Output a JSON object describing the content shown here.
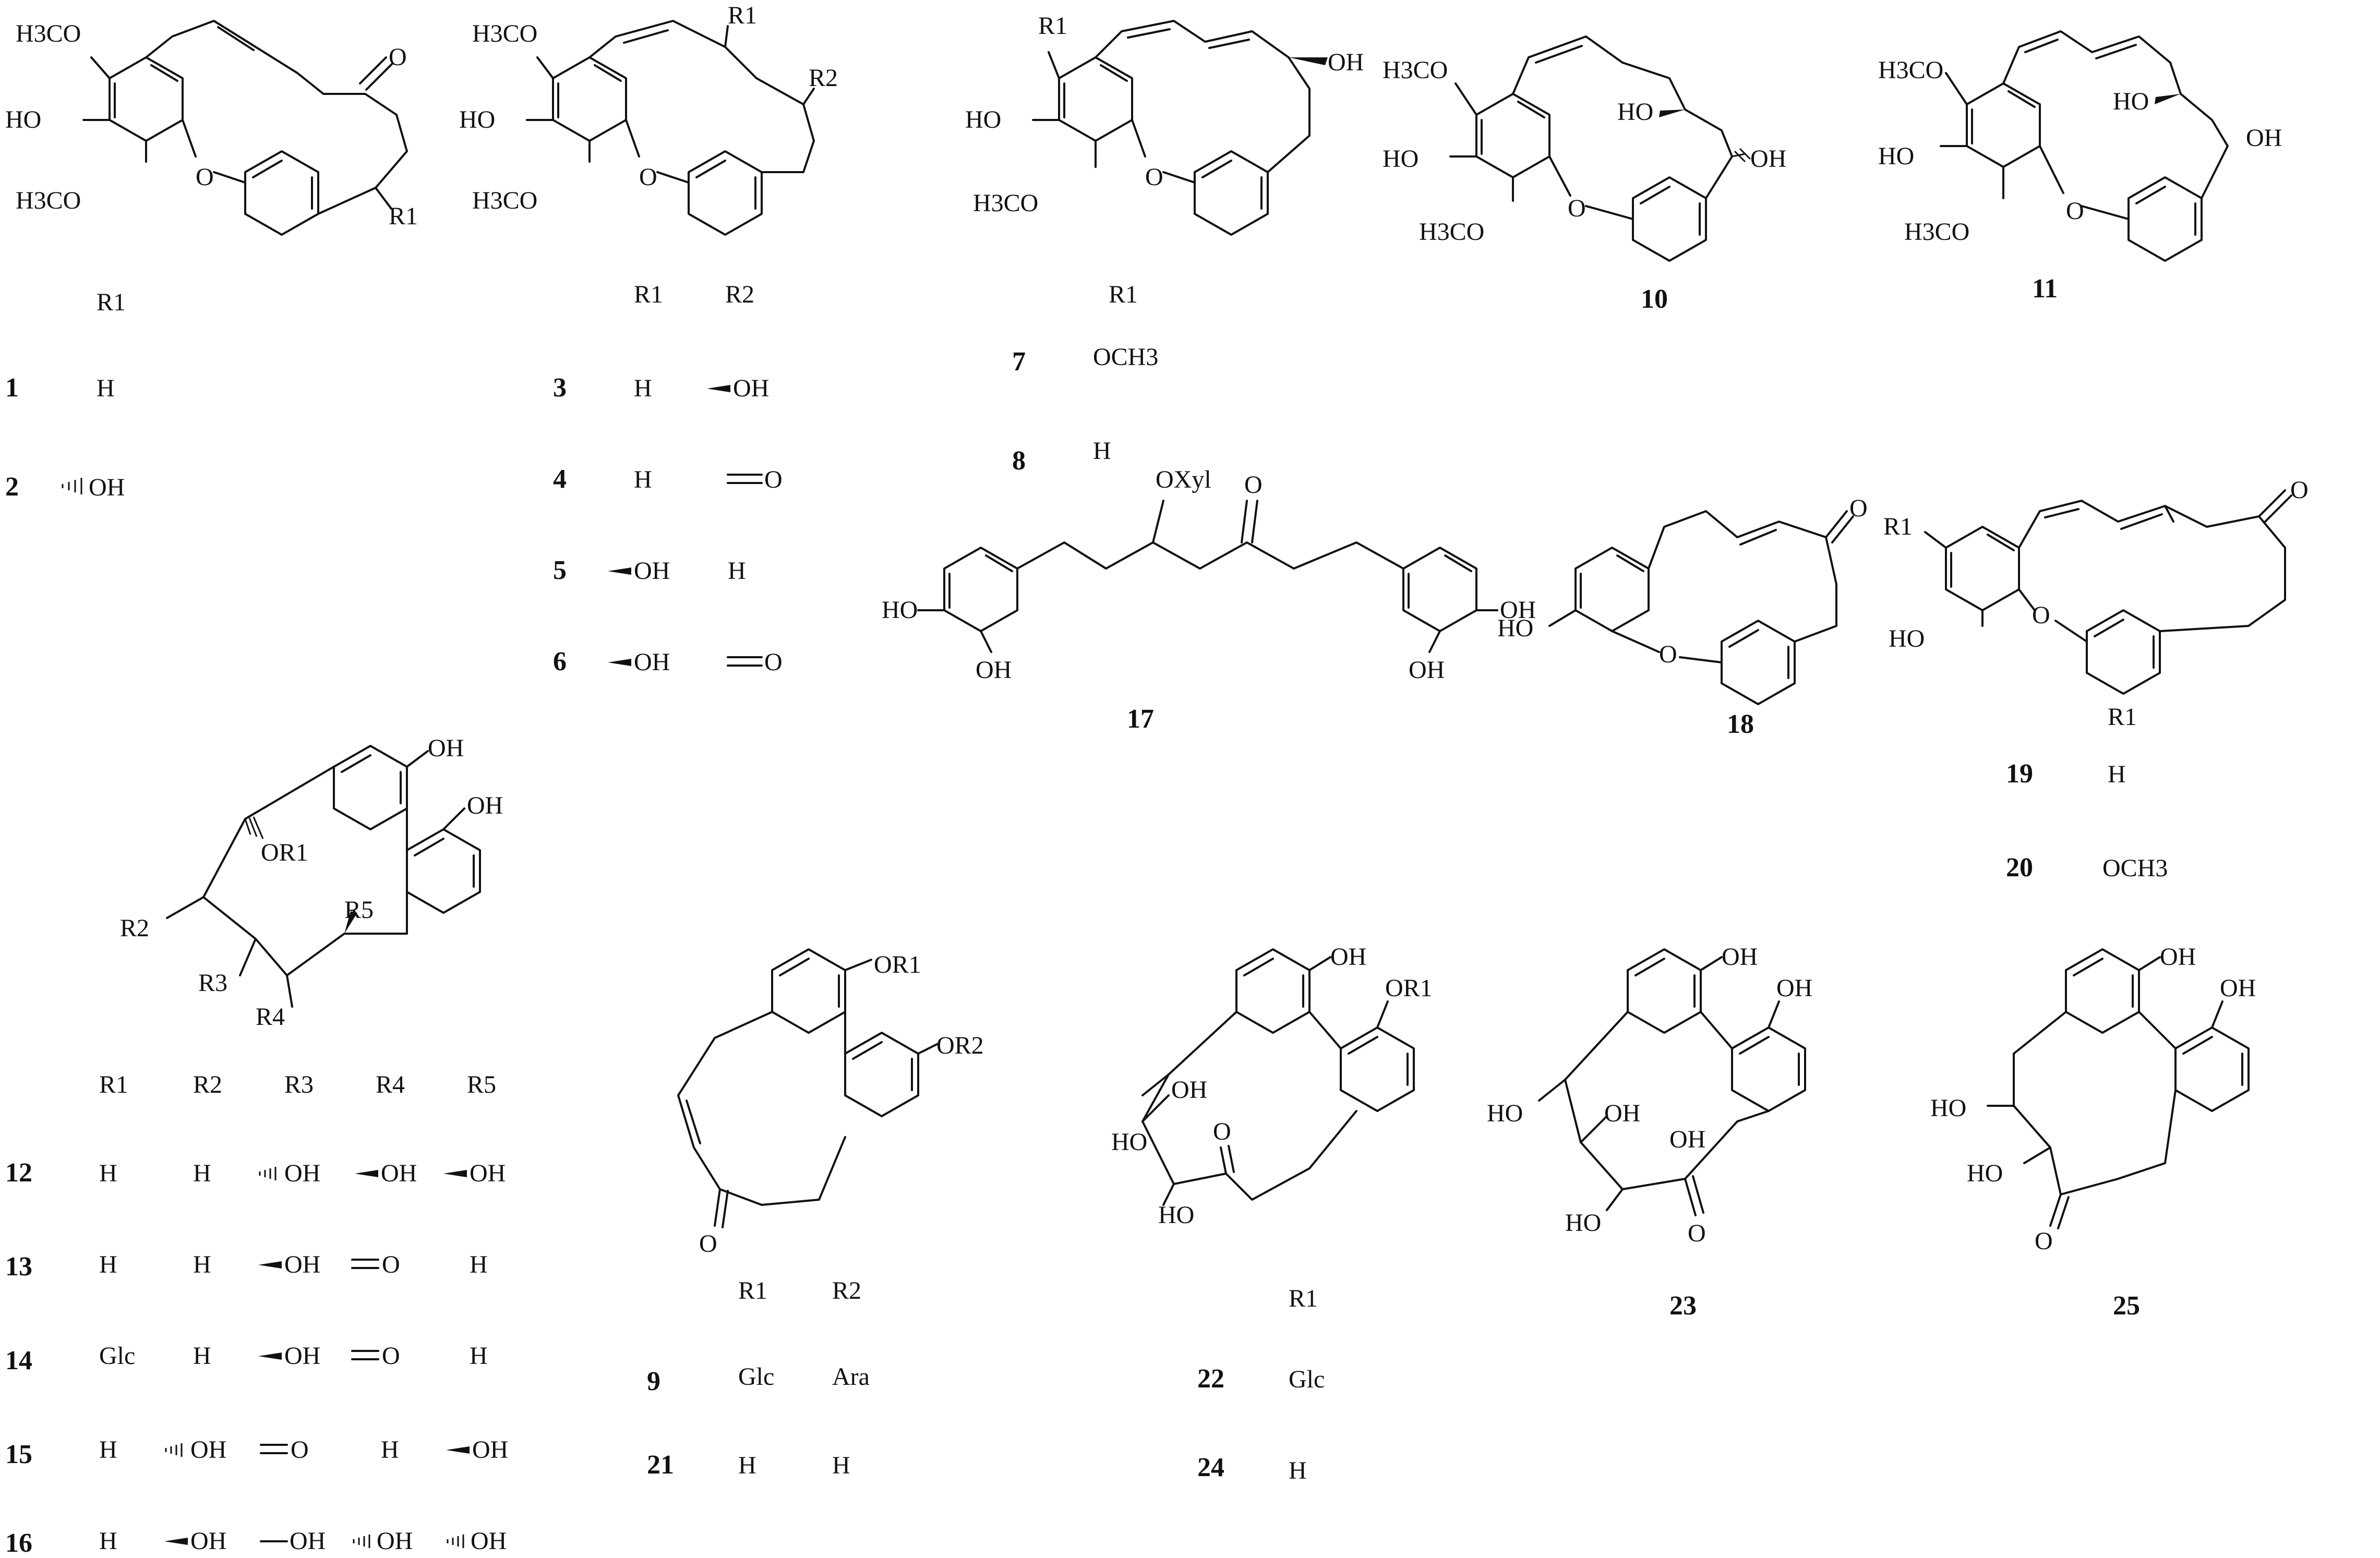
{
  "compounds": {
    "c1_2": {
      "structure_labels": [
        "H3CO",
        "HO",
        "H3CO",
        "O",
        "O",
        "R1"
      ],
      "header": [
        "R1"
      ],
      "rows": [
        {
          "id": "1",
          "cells": [
            "H"
          ]
        },
        {
          "id": "2",
          "cells": [
            "OH"
          ]
        }
      ],
      "row_stereo": [
        [
          ""
        ],
        [
          "hash"
        ]
      ]
    },
    "c3_6": {
      "structure_labels": [
        "H3CO",
        "R1",
        "HO",
        "R2",
        "H3CO",
        "O"
      ],
      "header": [
        "R1",
        "R2"
      ],
      "rows": [
        {
          "id": "3",
          "cells": [
            "H",
            "OH"
          ]
        },
        {
          "id": "4",
          "cells": [
            "H",
            "O"
          ]
        },
        {
          "id": "5",
          "cells": [
            "OH",
            "H"
          ]
        },
        {
          "id": "6",
          "cells": [
            "OH",
            "O"
          ]
        }
      ],
      "row_stereo": [
        [
          "",
          "wedge"
        ],
        [
          "",
          "double"
        ],
        [
          "wedge",
          ""
        ],
        [
          "wedge",
          "double"
        ]
      ]
    },
    "c7_8": {
      "structure_labels": [
        "R1",
        "OH",
        "HO",
        "H3CO",
        "O"
      ],
      "header": [
        "R1"
      ],
      "rows": [
        {
          "id": "7",
          "cells": [
            "OCH3"
          ]
        },
        {
          "id": "8",
          "cells": [
            "H"
          ]
        }
      ],
      "row_stereo": [
        [
          ""
        ],
        [
          ""
        ]
      ]
    },
    "c10": {
      "id": "10",
      "structure_labels": [
        "H3CO",
        "HO",
        "OH",
        "HO",
        "H3CO",
        "O"
      ]
    },
    "c11": {
      "id": "11",
      "structure_labels": [
        "H3CO",
        "HO",
        "OH",
        "HO",
        "H3CO",
        "O"
      ]
    },
    "c12_16": {
      "structure_labels": [
        "OH",
        "OH",
        "OR1",
        "R2",
        "R5",
        "R3",
        "R4"
      ],
      "header": [
        "R1",
        "R2",
        "R3",
        "R4",
        "R5"
      ],
      "rows": [
        {
          "id": "12",
          "cells": [
            "H",
            "H",
            "OH",
            "OH",
            "OH"
          ]
        },
        {
          "id": "13",
          "cells": [
            "H",
            "H",
            "OH",
            "O",
            "H"
          ]
        },
        {
          "id": "14",
          "cells": [
            "Glc",
            "H",
            "OH",
            "O",
            "H"
          ]
        },
        {
          "id": "15",
          "cells": [
            "H",
            "OH",
            "O",
            "H",
            "OH"
          ]
        },
        {
          "id": "16",
          "cells": [
            "H",
            "OH",
            "OH",
            "OH",
            "OH"
          ]
        }
      ],
      "row_stereo": [
        [
          "",
          "",
          "hash",
          "wedge",
          "wedge"
        ],
        [
          "",
          "",
          "wedge",
          "double",
          ""
        ],
        [
          "",
          "",
          "wedge",
          "double",
          ""
        ],
        [
          "",
          "hash",
          "double",
          "",
          "wedge"
        ],
        [
          "",
          "wedge",
          "plain",
          "hash",
          "hash"
        ]
      ]
    },
    "c17": {
      "id": "17",
      "structure_labels": [
        "OXyl",
        "O",
        "HO",
        "OH",
        "OH",
        "OH"
      ]
    },
    "c18": {
      "id": "18",
      "structure_labels": [
        "O",
        "HO",
        "O"
      ]
    },
    "c19_20": {
      "structure_labels": [
        "O",
        "R1",
        "HO",
        "O"
      ],
      "header": [
        "R1"
      ],
      "rows": [
        {
          "id": "19",
          "cells": [
            "H"
          ]
        },
        {
          "id": "20",
          "cells": [
            "OCH3"
          ]
        }
      ],
      "row_stereo": [
        [
          ""
        ],
        [
          ""
        ]
      ]
    },
    "c9_21": {
      "structure_labels": [
        "OR1",
        "OR2",
        "O"
      ],
      "header": [
        "R1",
        "R2"
      ],
      "rows": [
        {
          "id": "9",
          "cells": [
            "Glc",
            "Ara"
          ]
        },
        {
          "id": "21",
          "cells": [
            "H",
            "H"
          ]
        }
      ],
      "row_stereo": [
        [
          "",
          ""
        ],
        [
          "",
          ""
        ]
      ]
    },
    "c22_24": {
      "structure_labels": [
        "OH",
        "OR1",
        "HO",
        "OH",
        "O",
        "HO"
      ],
      "header": [
        "R1"
      ],
      "rows": [
        {
          "id": "22",
          "cells": [
            "Glc"
          ]
        },
        {
          "id": "24",
          "cells": [
            "H"
          ]
        }
      ],
      "row_stereo": [
        [
          ""
        ],
        [
          ""
        ]
      ]
    },
    "c23": {
      "id": "23",
      "structure_labels": [
        "OH",
        "OH",
        "HO",
        "OH",
        "HO",
        "OH",
        "O"
      ]
    },
    "c25": {
      "id": "25",
      "structure_labels": [
        "OH",
        "OH",
        "HO",
        "HO",
        "O"
      ]
    }
  }
}
